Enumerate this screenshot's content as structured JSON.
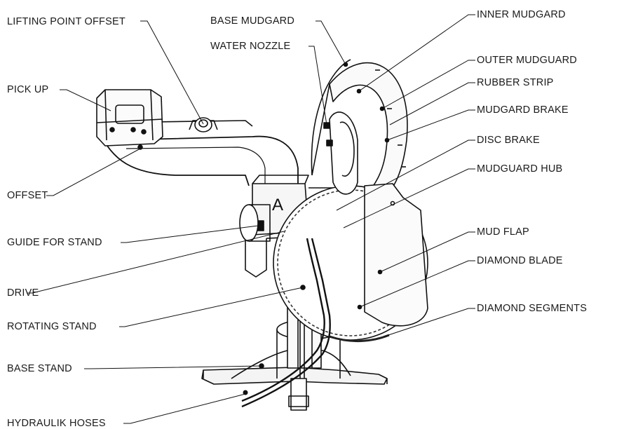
{
  "labels": {
    "lifting_point_offset": "LIFTING POINT OFFSET",
    "pick_up": "PICK UP",
    "offset": "OFFSET",
    "guide_for_stand": "GUIDE FOR STAND",
    "drive": "DRIVE",
    "rotating_stand": "ROTATING STAND",
    "base_stand": "BASE STAND",
    "hydraulik_hoses": "HYDRAULIK HOSES",
    "base_mudgard": "BASE MUDGARD",
    "water_nozzle": "WATER NOZZLE",
    "inner_mudgard": "INNER MUDGARD",
    "outer_mudguard": "OUTER MUDGUARD",
    "rubber_strip": "RUBBER STRIP",
    "mudgard_brake": "MUDGARD BRAKE",
    "disc_brake": "DISC BRAKE",
    "mudguard_hub": "MUDGUARD HUB",
    "mud_flap": "MUD FLAP",
    "diamond_blade": "DIAMOND BLADE",
    "diamond_segments": "DIAMOND SEGMENTS"
  },
  "stamp_letter": "A"
}
